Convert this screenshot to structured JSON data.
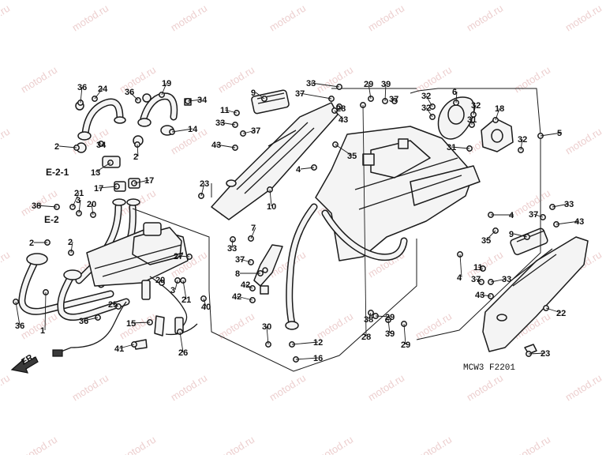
{
  "watermark": "motod.ru",
  "diagram_code": "MCW3 F2201",
  "direction_label": "FR.",
  "refs": {
    "e21": "E-2-1",
    "e2": "E-2"
  },
  "callouts": [
    "1",
    "2",
    "3",
    "4",
    "5",
    "6",
    "7",
    "8",
    "9",
    "10",
    "11",
    "12",
    "13",
    "14",
    "15",
    "16",
    "17",
    "18",
    "19",
    "20",
    "21",
    "22",
    "23",
    "24",
    "25",
    "26",
    "27",
    "28",
    "29",
    "30",
    "31",
    "32",
    "33",
    "34",
    "35",
    "36",
    "37",
    "38",
    "39",
    "40",
    "41",
    "42",
    "43"
  ]
}
